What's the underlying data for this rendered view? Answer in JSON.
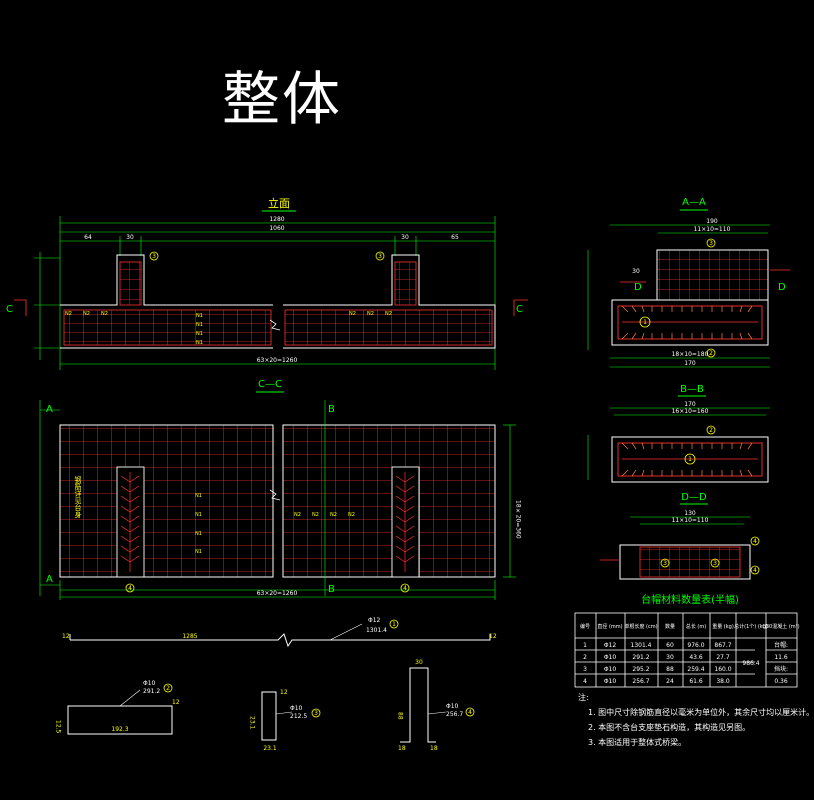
{
  "title": "整体",
  "views": {
    "elevation": "立面",
    "section_cc": "C—C",
    "section_aa": "A—A",
    "section_bb": "B—B",
    "section_dd": "D—D"
  },
  "markers": {
    "a": "A",
    "b": "B",
    "c": "C",
    "d": "D"
  },
  "dims": {
    "elevation_total": "1280",
    "elevation_inner": "1060",
    "elevation_bottom": "63×20=1260",
    "elevation_left": "64",
    "elevation_right": "65",
    "elevation_30": "30",
    "cc_bottom": "63×20=1260",
    "cc_right": "18×20=360",
    "aa_top": "190",
    "aa_top2": "11×10=110",
    "aa_bottom": "18×10=180",
    "aa_bottom2": "170",
    "aa_left_offset": "30",
    "bb_top": "170",
    "bb_top2": "16×10=160",
    "dd_top": "130",
    "dd_top2": "11×10=110",
    "rebar_total": "1285",
    "rebar_spec": "Φ12",
    "rebar_len": "1301.4",
    "end": "12",
    "b2_h": "12.5",
    "b2_w": "192.3",
    "b2_spec": "Φ10",
    "b2_len": "291.2",
    "b3_top": "12",
    "b3_h": "23.1",
    "b3_w": "23.1",
    "b3_spec": "Φ10",
    "b3_len": "212.5",
    "b4_top": "30",
    "b4_h": "88",
    "b4_foot": "18",
    "b4_spec": "Φ10",
    "b4_len": "256.7"
  },
  "side_text": "钢筋详见台身",
  "table": {
    "title": "台帽材料数量表(半幅)",
    "headers": [
      "编号",
      "直径\n(mm)",
      "单根长度\n(cm)",
      "数量",
      "总长\n(m)",
      "重量\n(kg)",
      "总计(1个)\n(kg)",
      "C30混凝土\n(m³)"
    ],
    "rows": [
      [
        "1",
        "Φ12",
        "1301.4",
        "60",
        "976.0",
        "867.7",
        "",
        "台帽:"
      ],
      [
        "2",
        "Φ10",
        "291.2",
        "30",
        "43.6",
        "27.7",
        "986.4",
        "11.6"
      ],
      [
        "3",
        "Φ10",
        "295.2",
        "88",
        "259.4",
        "160.0",
        "",
        "挡块:"
      ],
      [
        "4",
        "Φ10",
        "256.7",
        "24",
        "61.6",
        "38.0",
        "",
        "0.36"
      ]
    ],
    "total_weight": "986.4"
  },
  "notes": {
    "heading": "注:",
    "items": [
      "1. 图中尺寸除钢筋直径以毫米为单位外，其余尺寸均以厘米计。",
      "2. 本图不含台支座垫石构造，其构造见另图。",
      "3. 本图适用于整体式桥梁。"
    ]
  }
}
